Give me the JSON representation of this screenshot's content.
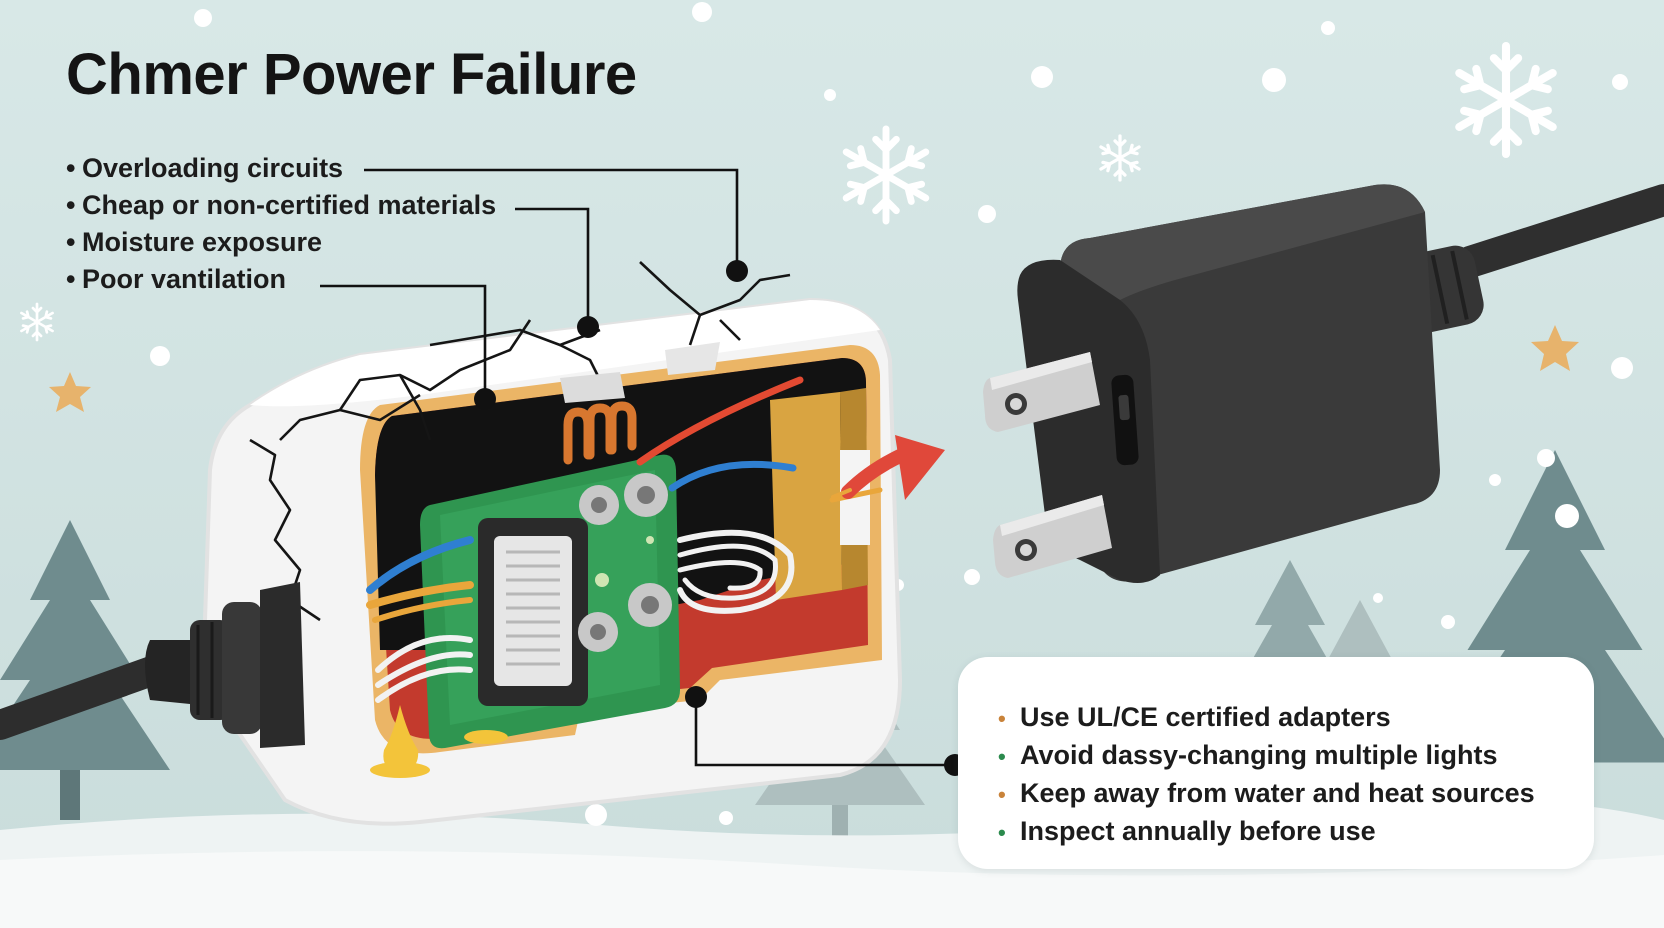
{
  "title": "Chmer Power Failure",
  "causes": [
    "Overloading circuits",
    "Cheap or non-certified materials",
    "Moisture exposure",
    "Poor vantilation"
  ],
  "tips": [
    {
      "text": "Use UL/CE certified adapters",
      "bullet_color": "#c9833a"
    },
    {
      "text": "Avoid dassy-changing multiple lights",
      "bullet_color": "#2b8a4d"
    },
    {
      "text": "Keep away from water and heat sources",
      "bullet_color": "#c9833a"
    },
    {
      "text": "Inspect annually before use",
      "bullet_color": "#2b8a4d"
    }
  ],
  "icons": {
    "bullet": "•",
    "snowflake": "snowflake-icon",
    "star": "star-icon",
    "arrow": "arrow-right-icon"
  },
  "colors": {
    "background": "#d3e4e3",
    "heading": "#141414",
    "leader_line": "#111111",
    "arrow": "#e0483a",
    "pcb": "#2f9550",
    "casing": "#ffffff",
    "casing_interior": "#c0392b",
    "adapter": "#3a3a3a"
  }
}
